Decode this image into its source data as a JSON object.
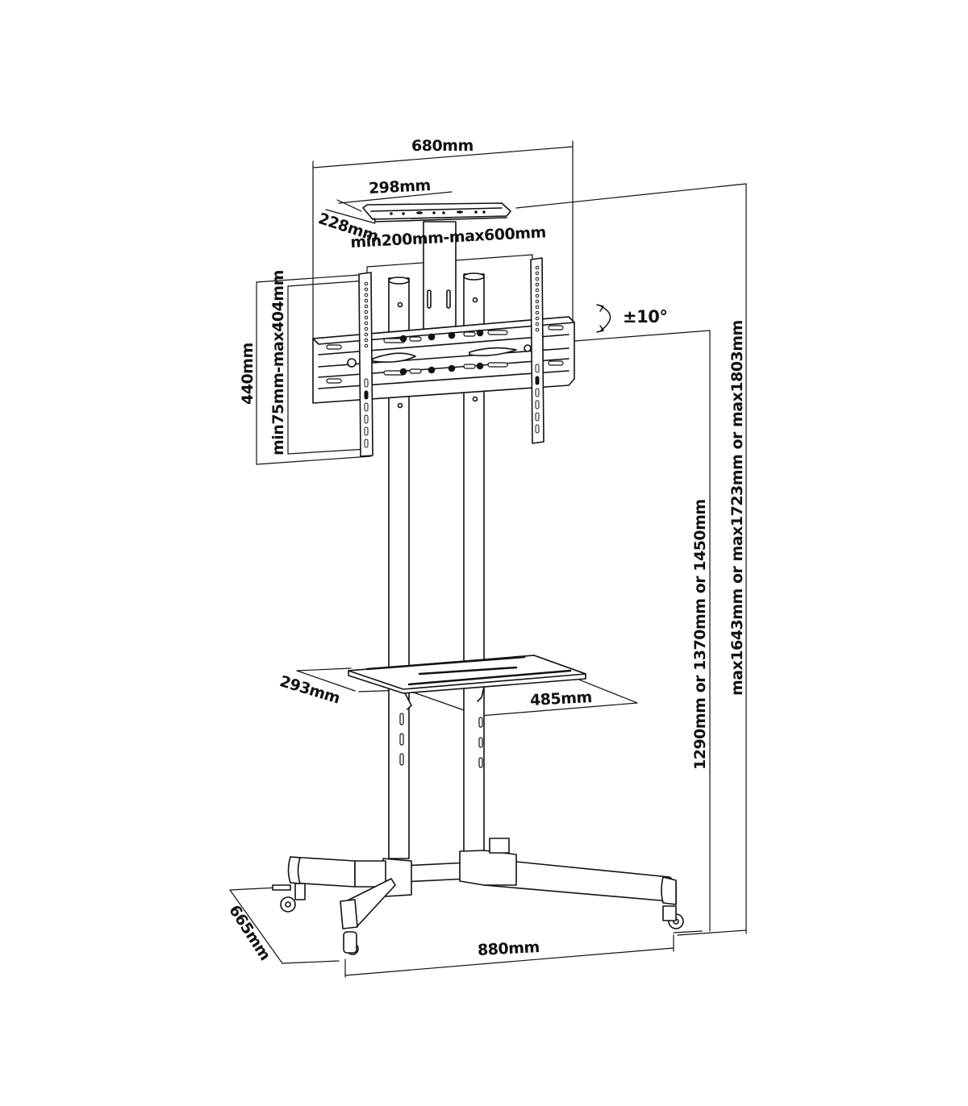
{
  "diagram": {
    "subject": "Mobile TV stand with camera shelf and AV shelf",
    "dimensions": {
      "overall_mount_width": "680mm",
      "top_shelf_width": "298mm",
      "top_shelf_depth": "228mm",
      "vesa_horizontal": "min200mm-max600mm",
      "mount_height": "440mm",
      "vesa_vertical": "min75mm-max404mm",
      "tilt": "±10°",
      "center_height": "1290mm or 1370mm or 1450mm",
      "overall_height": "max1643mm or max1723mm or max1803mm",
      "av_shelf_depth": "293mm",
      "av_shelf_width": "485mm",
      "base_depth": "665mm",
      "base_width": "880mm"
    }
  }
}
